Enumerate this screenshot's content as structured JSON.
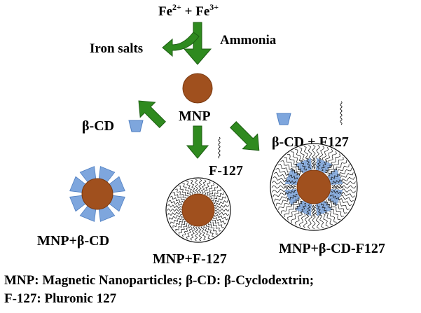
{
  "diagram": {
    "precursor": {
      "base": "Fe",
      "sup1": "2+",
      "plus": " + ",
      "base2": "Fe",
      "sup2": "3+"
    },
    "byproduct_label": "Iron salts",
    "reagent_label": "Ammonia",
    "core_label": "MNP",
    "route_labels": {
      "cd": "β-CD",
      "f127": "F-127",
      "cd_f127": "β-CD + F127"
    },
    "products": {
      "cd": "MNP+β-CD",
      "f127": "MNP+F-127",
      "cd_f127": "MNP+β-CD-F127"
    },
    "legend": {
      "line1": "MNP: Magnetic Nanoparticles; β-CD: β-Cyclodextrin;",
      "line2": "F-127: Pluronic 127"
    }
  },
  "colors": {
    "nanoparticle": "#a0501e",
    "nanoparticle_edge": "#7a3a12",
    "cyclodextrin": "#7ea6dd",
    "cyclodextrin_edge": "#4f7fc2",
    "arrow": "#2f8a1f",
    "arrow_edge": "#1c5e12",
    "polymer": "#111111"
  },
  "icons": [
    "cyclodextrin-cone-icon",
    "polymer-chain-icon",
    "reaction-arrow-icon"
  ]
}
